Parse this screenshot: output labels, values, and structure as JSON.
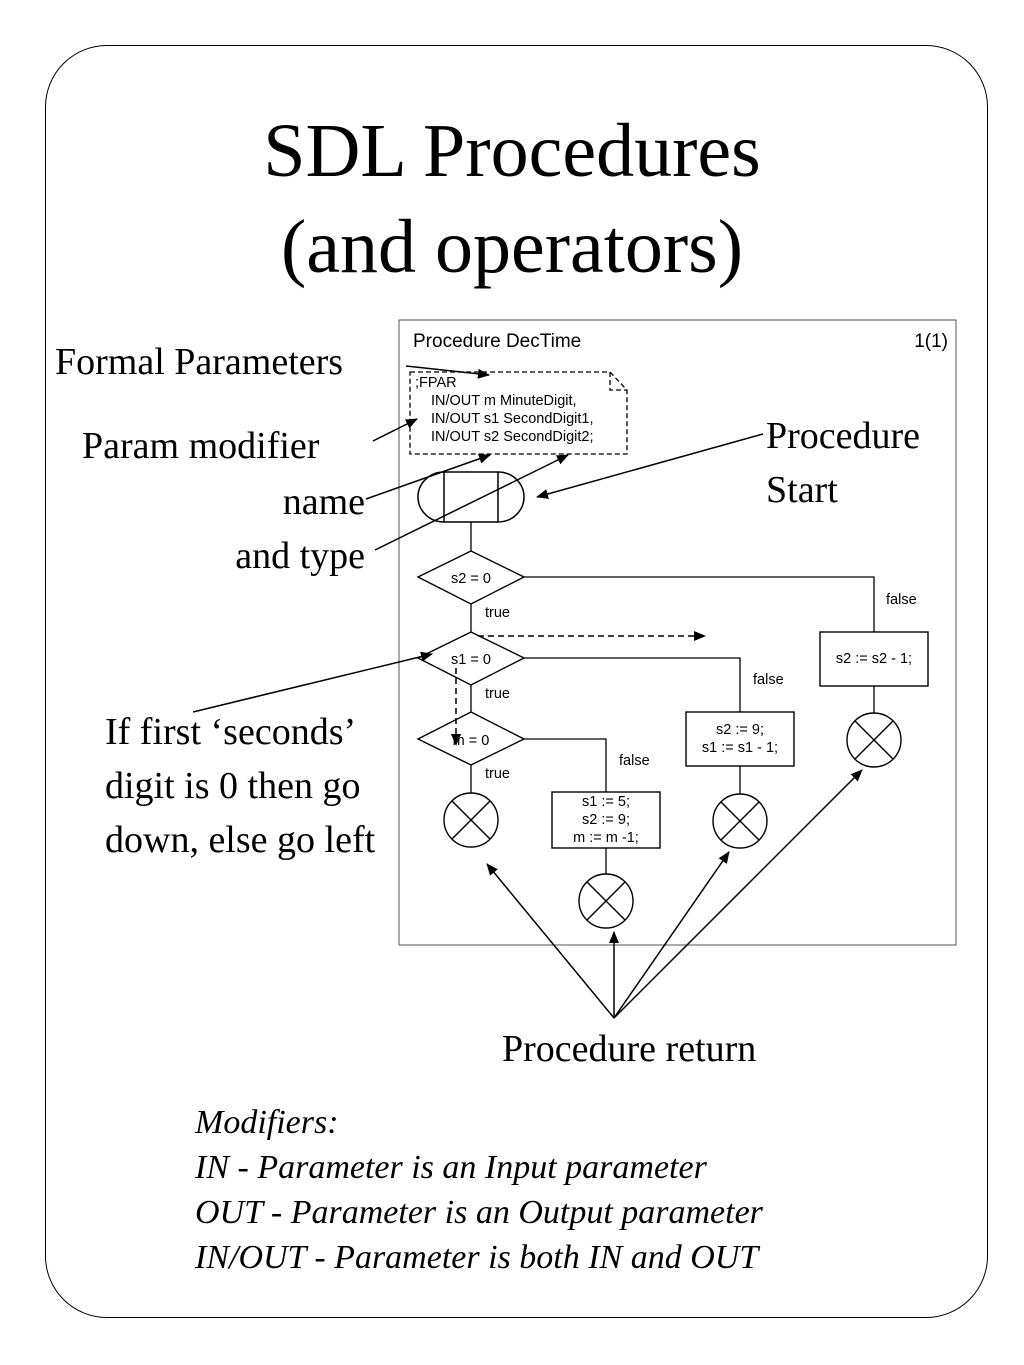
{
  "title": {
    "line1": "SDL Procedures",
    "line2": "(and operators)"
  },
  "diagram": {
    "frame_name": "Procedure DecTime",
    "page_label": "1(1)",
    "fpar": [
      ";FPAR",
      "IN/OUT m MinuteDigit,",
      "IN/OUT s1 SecondDigit1,",
      "IN/OUT s2 SecondDigit2;"
    ],
    "decisions": [
      "s2 =  0",
      "s1 =  0",
      "m =  0"
    ],
    "true_label": "true",
    "false_label": "false",
    "task_s2": "s2 :=  s2 - 1;",
    "task_s1": [
      "s2 :=  9;",
      "s1 :=  s1 - 1;"
    ],
    "task_m": [
      "s1 :=  5;",
      "s2 :=  9;",
      "m :=  m -1;"
    ]
  },
  "annotations": {
    "formal_parameters": "Formal Parameters",
    "param_modifier": "Param modifier",
    "name": "name",
    "and_type": "and type",
    "procedure_start": "Procedure Start",
    "seconds_note": "If first ‘seconds’ digit is 0 then go down, else go left",
    "procedure_return": "Procedure return"
  },
  "modifiers": {
    "heading": "Modifiers:",
    "in": "IN - Parameter is an Input parameter",
    "out": "OUT - Parameter is an Output parameter",
    "inout": "IN/OUT - Parameter is both IN and OUT"
  }
}
